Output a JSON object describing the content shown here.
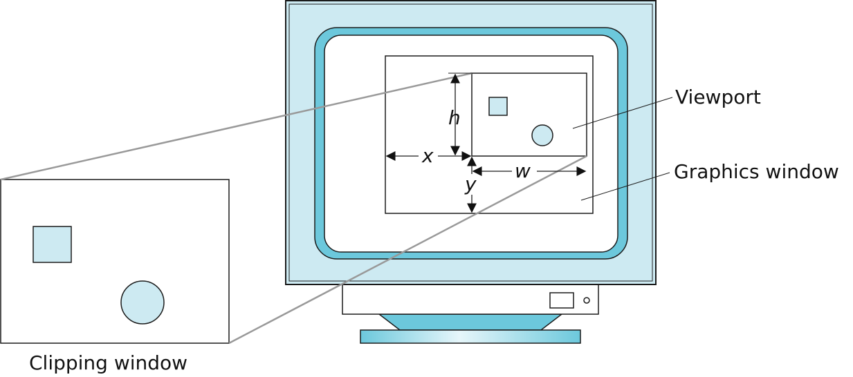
{
  "labels": {
    "viewport": "Viewport",
    "graphics_window": "Graphics window",
    "clipping_window": "Clipping window"
  },
  "dimensions": {
    "x": "x",
    "y": "y",
    "w": "w",
    "h": "h"
  },
  "colors": {
    "screen_fill": "#cdeaf2",
    "bezel_fill": "#6cc8dc",
    "outline": "#1a1a1a",
    "projection_line": "#999999",
    "base_gradient_light": "#e6f6fa"
  }
}
